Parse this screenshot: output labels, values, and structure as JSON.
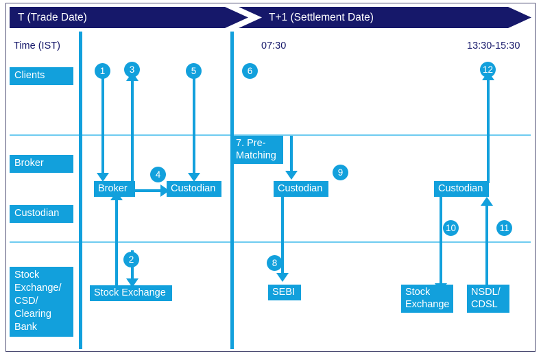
{
  "diagram": {
    "title_bar_t": "T (Trade Date)",
    "title_bar_t1": "T+1 (Settlement Date)",
    "time_row_label": "Time (IST)",
    "time_marks": [
      {
        "label": "07:30"
      },
      {
        "label": "13:30-15:30"
      }
    ],
    "lanes": [
      {
        "label": "Clients"
      },
      {
        "label": "Broker"
      },
      {
        "label": "Custodian"
      },
      {
        "label": "Stock\nExchange/\nCSD/\nClearing\nBank"
      }
    ],
    "nodes": [
      {
        "label": "Broker"
      },
      {
        "label": "Custodian"
      },
      {
        "label": "Stock Exchange"
      },
      {
        "label": "7. Pre-\nMatching"
      },
      {
        "label": "Custodian"
      },
      {
        "label": "SEBI"
      },
      {
        "label": "Custodian"
      },
      {
        "label": "Stock\nExchange"
      },
      {
        "label": "NSDL/\nCDSL"
      }
    ],
    "steps": [
      {
        "n": "1"
      },
      {
        "n": "2"
      },
      {
        "n": "3"
      },
      {
        "n": "4"
      },
      {
        "n": "5"
      },
      {
        "n": "6"
      },
      {
        "n": "8"
      },
      {
        "n": "9"
      },
      {
        "n": "10"
      },
      {
        "n": "11"
      },
      {
        "n": "12"
      }
    ],
    "colors": {
      "banner_navy": "#16186a",
      "accent_blue": "#12a0dc",
      "divider_blue": "#6ecbf0",
      "frame_border": "#4b4b72",
      "text_navy": "#16186a",
      "background": "#ffffff"
    }
  }
}
